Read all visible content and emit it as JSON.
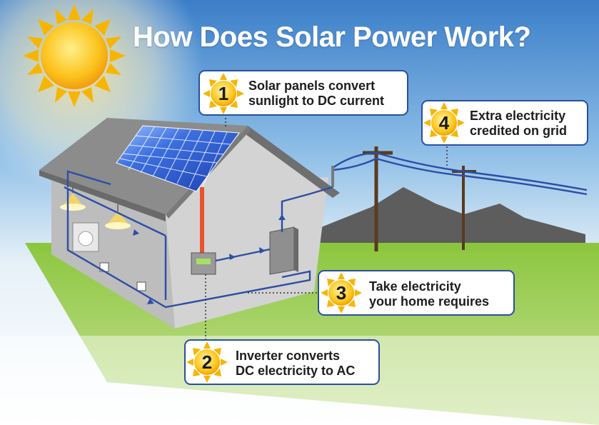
{
  "title": "How Does Solar Power Work?",
  "steps": [
    {
      "number": "1",
      "line1": "Solar panels convert",
      "line2": "sunlight to DC current"
    },
    {
      "number": "2",
      "line1": "Inverter converts",
      "line2": "DC electricity to AC"
    },
    {
      "number": "3",
      "line1": "Take electricity",
      "line2": "your home requires"
    },
    {
      "number": "4",
      "line1": "Extra electricity",
      "line2": "credited on grid"
    }
  ],
  "colors": {
    "sky_top": "#3d7fc9",
    "grass": "#7bc142",
    "house_wall": "#c9c9c9",
    "roof": "#8c8c8c",
    "panel": "#2a5bd0",
    "wire": "#2c4ea6",
    "dc_wire": "#e8532e",
    "callout_border": "#2a4fa0",
    "sun": "#f7b500"
  }
}
